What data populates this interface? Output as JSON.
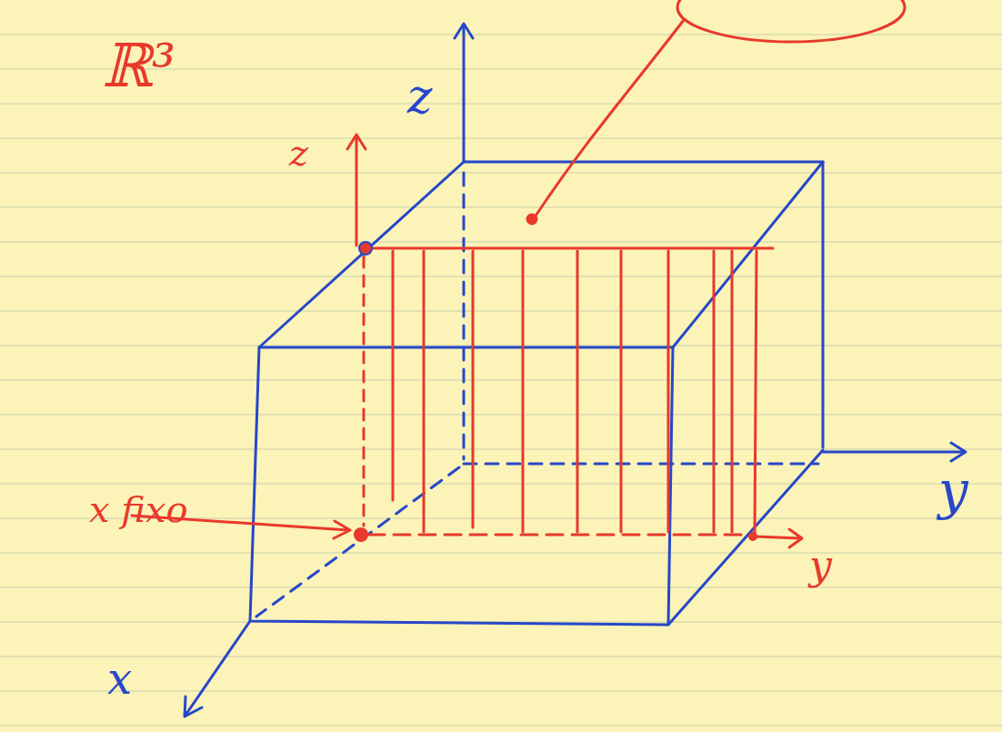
{
  "diagram": {
    "labels": [
      "ℝ³",
      "z",
      "z",
      "x fixo",
      "y",
      "y",
      "x"
    ]
  }
}
